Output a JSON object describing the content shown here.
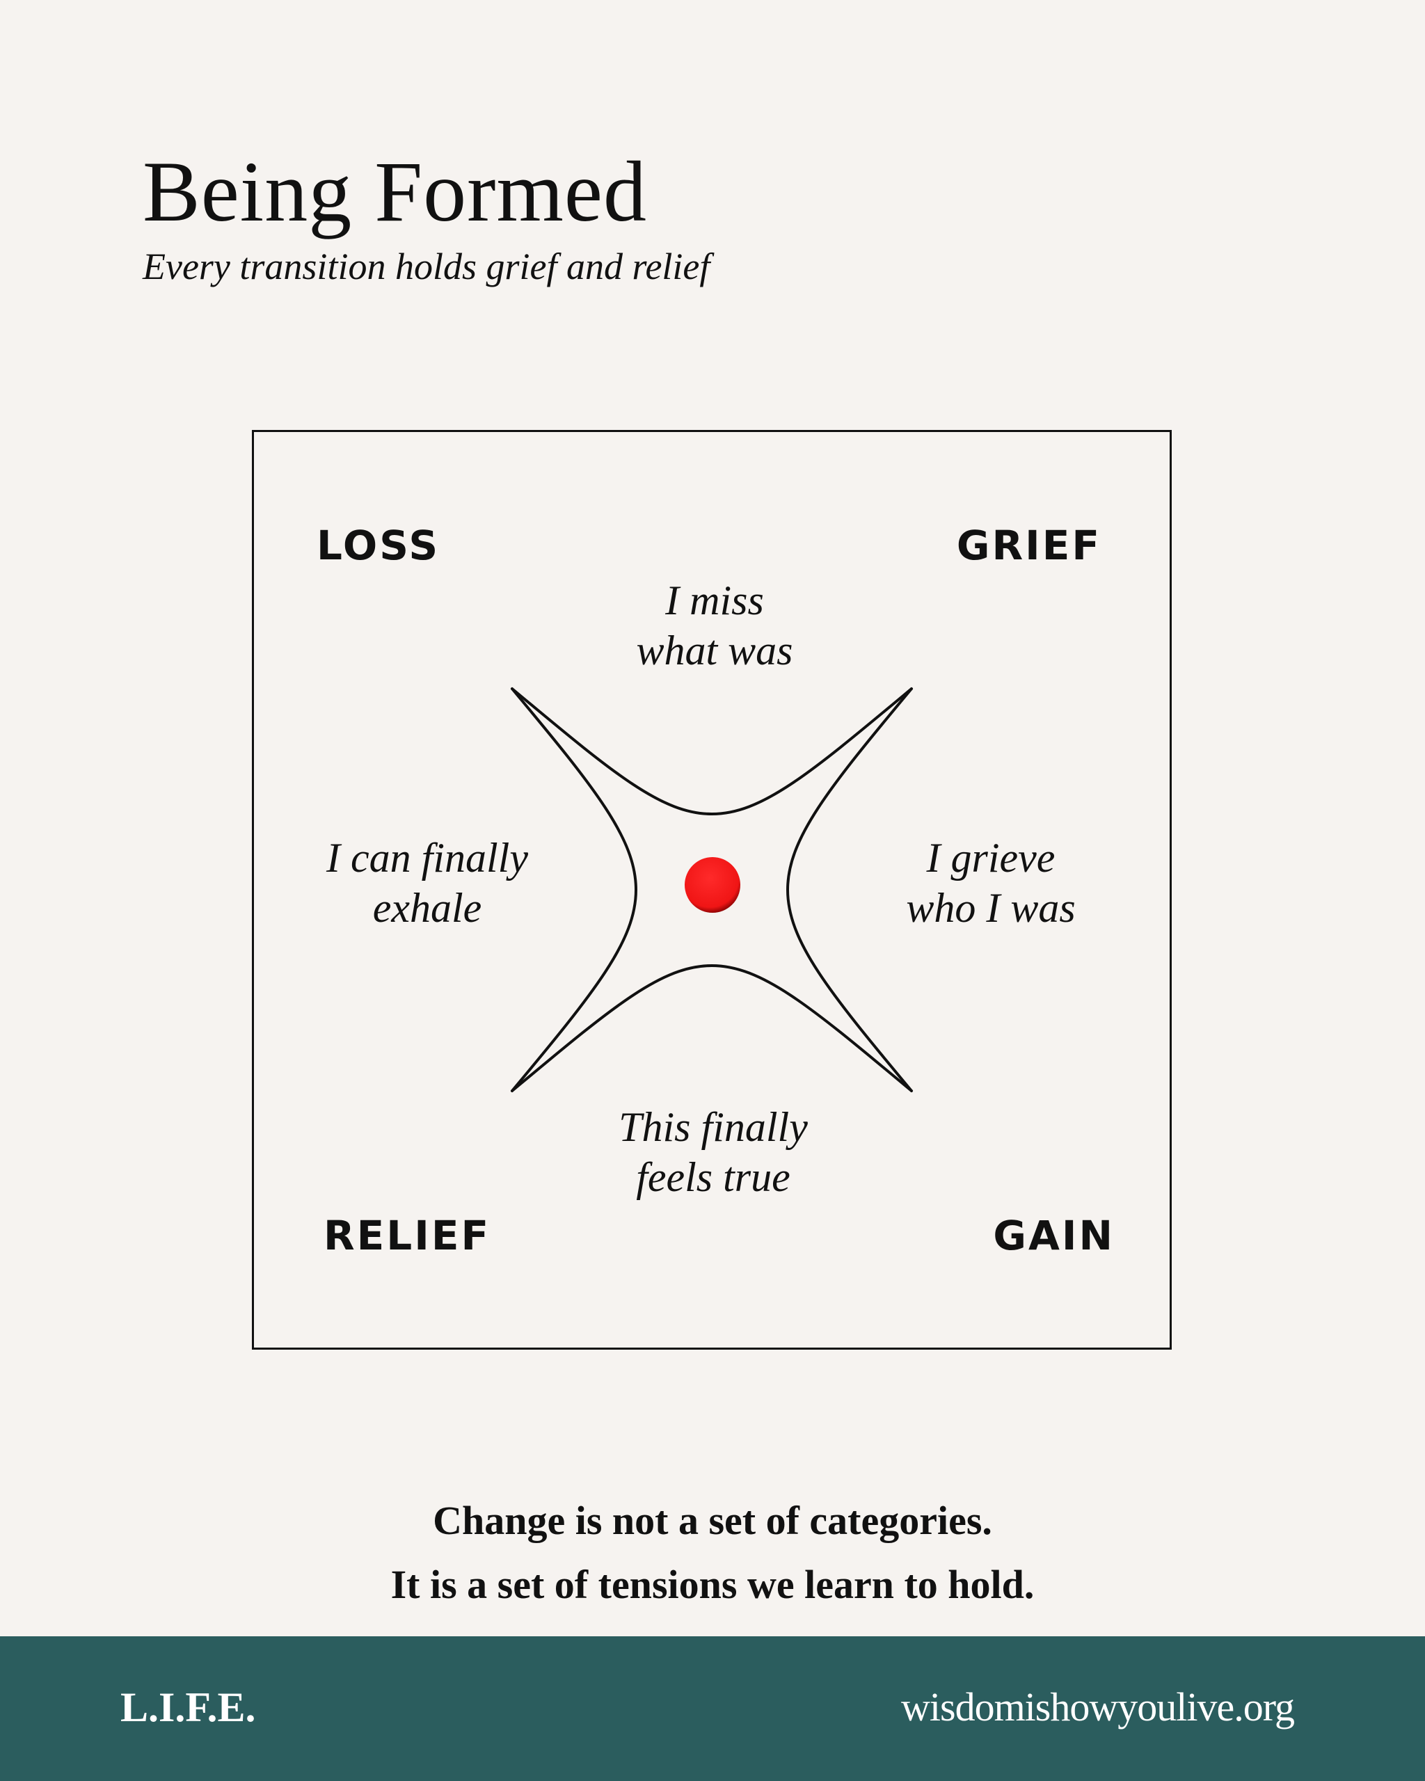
{
  "header": {
    "title": "Being Formed",
    "subtitle": "Every transition holds grief and relief"
  },
  "diagram": {
    "corners": {
      "top_left": "LOSS",
      "top_right": "GRIEF",
      "bottom_left": "RELIEF",
      "bottom_right": "GAIN"
    },
    "phrases": {
      "top": [
        "I miss",
        "what was"
      ],
      "left": [
        "I can finally",
        "exhale"
      ],
      "right": [
        "I grieve",
        "who I was"
      ],
      "bottom": [
        "This finally",
        "feels true"
      ]
    },
    "center_dot_color": "#ff1a1a",
    "line_color": "#111111"
  },
  "closing": {
    "line1": "Change is not a set of categories.",
    "line2": "It is a set of tensions we learn to hold."
  },
  "footer": {
    "brand": "L.I.F.E.",
    "url": "wisdomishowyoulive.org",
    "background": "#2b5d5e"
  }
}
